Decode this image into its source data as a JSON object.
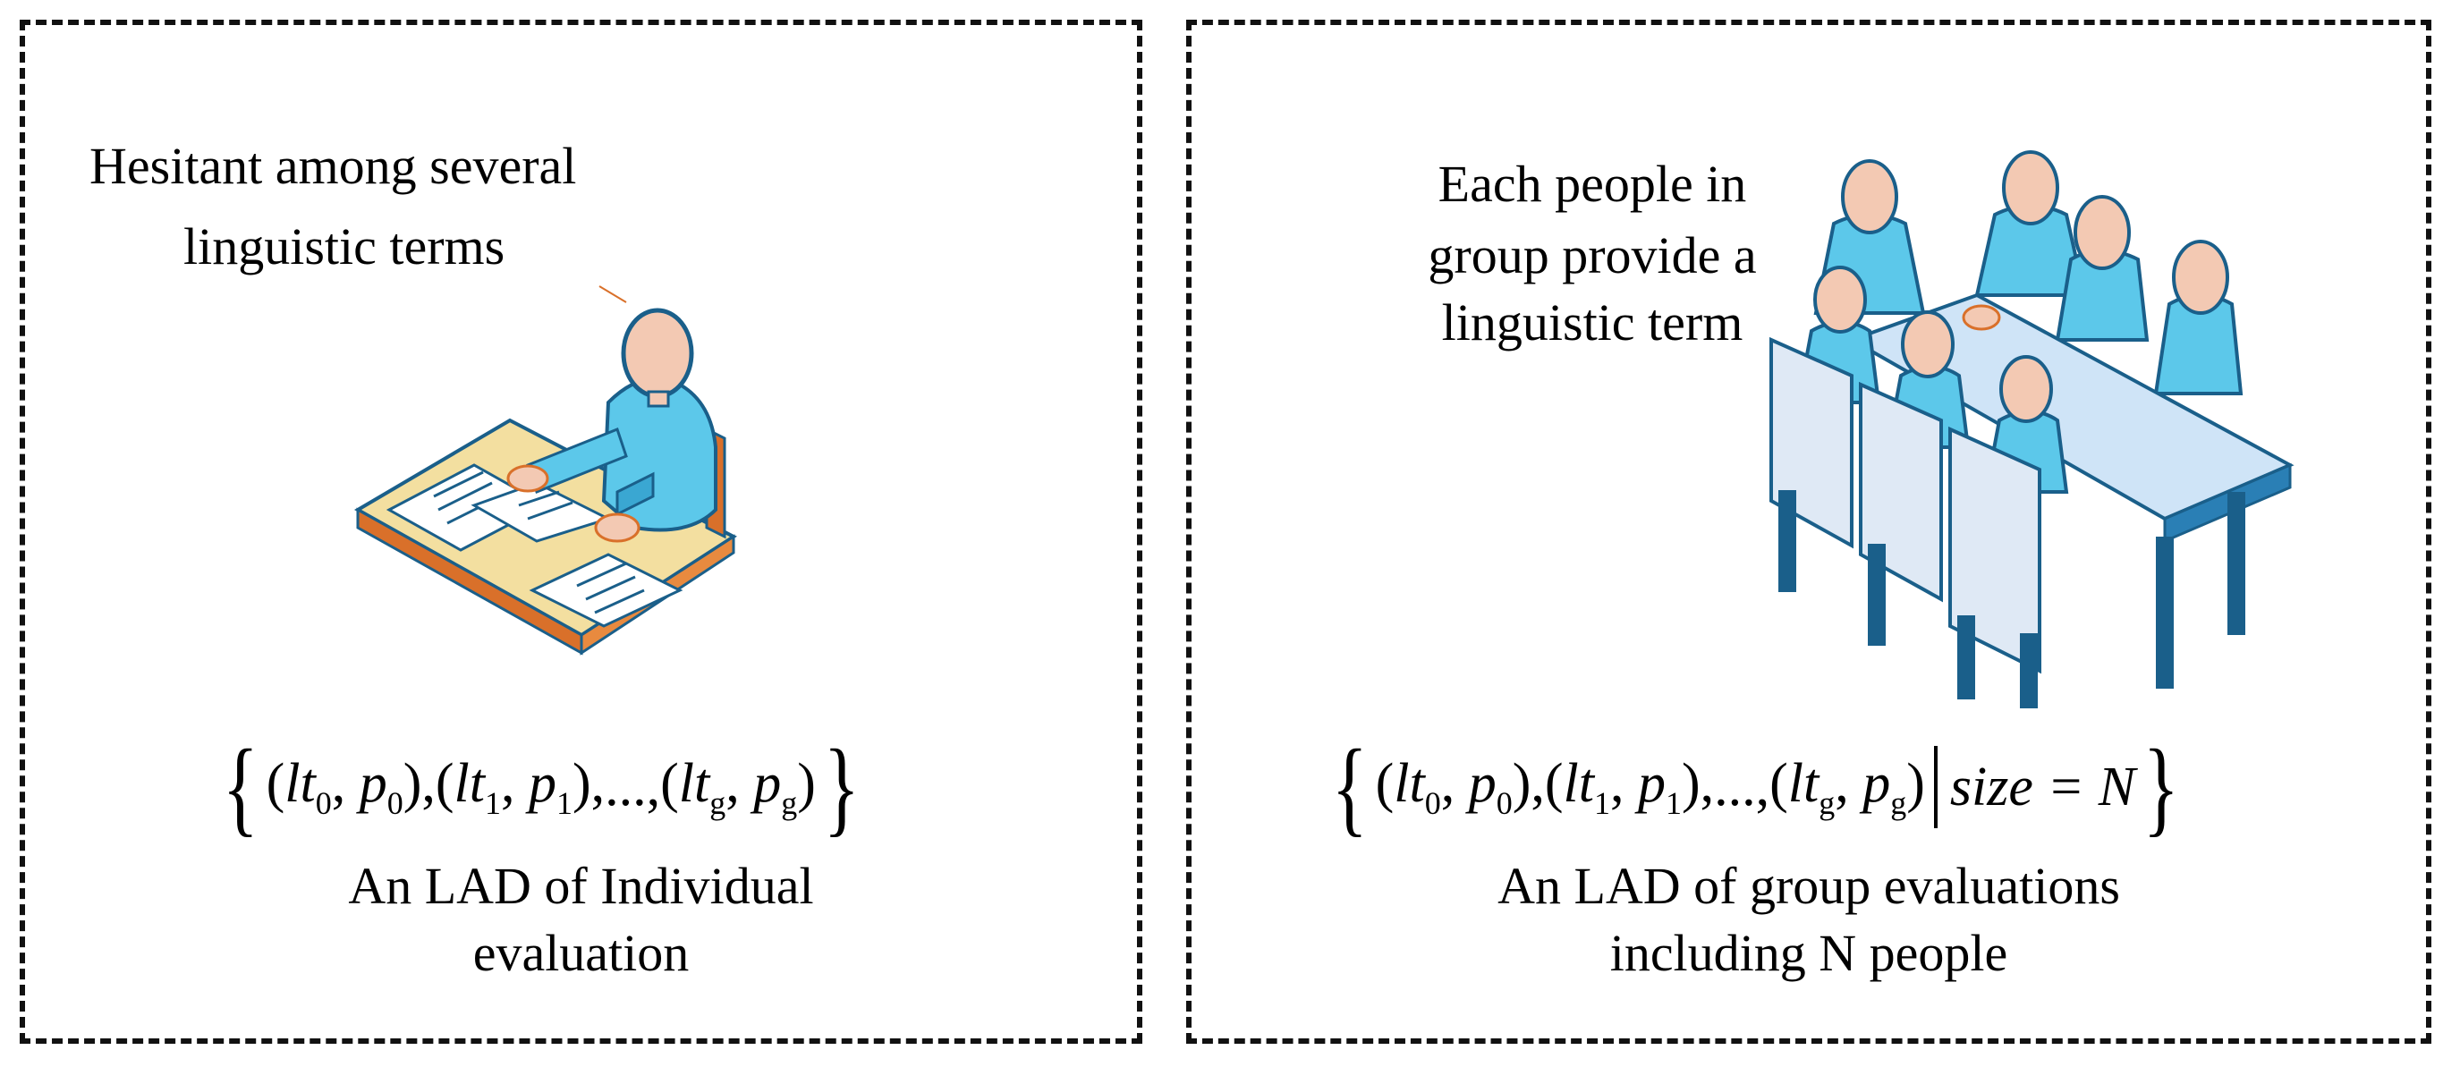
{
  "left_panel": {
    "caption_lines": [
      "Hesitant among several",
      "linguistic terms"
    ],
    "formula": {
      "open_brace": "{",
      "terms": [
        {
          "lt": "lt",
          "lt_sub": "0",
          "p": "p",
          "p_sub": "0"
        },
        {
          "lt": "lt",
          "lt_sub": "1",
          "p": "p",
          "p_sub": "1"
        },
        {
          "ellipsis": "..."
        },
        {
          "lt": "lt",
          "lt_sub": "g",
          "p": "p",
          "p_sub": "g"
        }
      ],
      "close_brace": "}"
    },
    "title_lines": [
      "An LAD of Individual",
      "evaluation"
    ]
  },
  "right_panel": {
    "caption_lines": [
      "Each people in",
      "group provide a",
      "linguistic term"
    ],
    "formula": {
      "open_brace": "{",
      "terms": [
        {
          "lt": "lt",
          "lt_sub": "0",
          "p": "p",
          "p_sub": "0"
        },
        {
          "lt": "lt",
          "lt_sub": "1",
          "p": "p",
          "p_sub": "1"
        },
        {
          "ellipsis": "..."
        },
        {
          "lt": "lt",
          "lt_sub": "g",
          "p": "p",
          "p_sub": "g"
        }
      ],
      "condition": "size = N",
      "close_brace": "}"
    },
    "title_lines": [
      "An LAD of group evaluations",
      "including N people"
    ]
  },
  "colors": {
    "border": "#111111",
    "person_body": "#5cc8ea",
    "person_outline": "#1a5f8a",
    "head": "#f3c9b3",
    "desk_top": "#f3dfa0",
    "desk_edge": "#d9702a",
    "table_top": "#cfe4f7",
    "chair": "#dfe9f5"
  }
}
